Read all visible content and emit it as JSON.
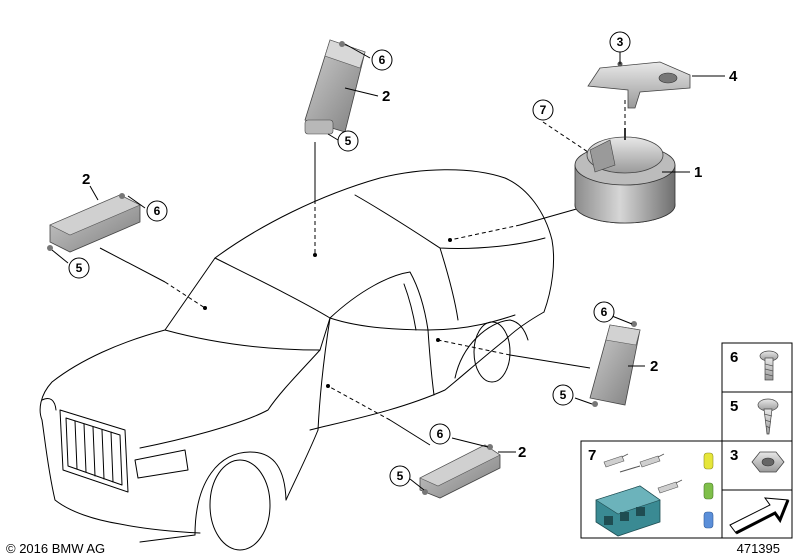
{
  "callouts": {
    "module_top": {
      "part": "2",
      "screw": "6",
      "grommet": "5"
    },
    "module_left": {
      "part": "2",
      "screw": "6",
      "grommet": "5"
    },
    "module_right": {
      "part": "2",
      "screw": "6",
      "grommet": "5"
    },
    "module_bottom": {
      "part": "2",
      "screw": "6",
      "grommet": "5"
    },
    "siren": "1",
    "bracket": "4",
    "bracket_nut": "3",
    "connector": "7"
  },
  "parts_panel": {
    "items": [
      {
        "num": "6",
        "label": "torx screw"
      },
      {
        "num": "5",
        "label": "screw"
      },
      {
        "num": "3",
        "label": "nut"
      },
      {
        "num": "7",
        "label": "repair kit"
      }
    ]
  },
  "footer": {
    "copyright": "© 2016 BMW AG",
    "diagram_id": "471395"
  },
  "colors": {
    "module_grey": "#9b9b9b",
    "connector_teal": "#3a8a93",
    "seal_yellow": "#e6e63a",
    "seal_green": "#7fbf4a",
    "seal_blue": "#5b8fd9"
  }
}
